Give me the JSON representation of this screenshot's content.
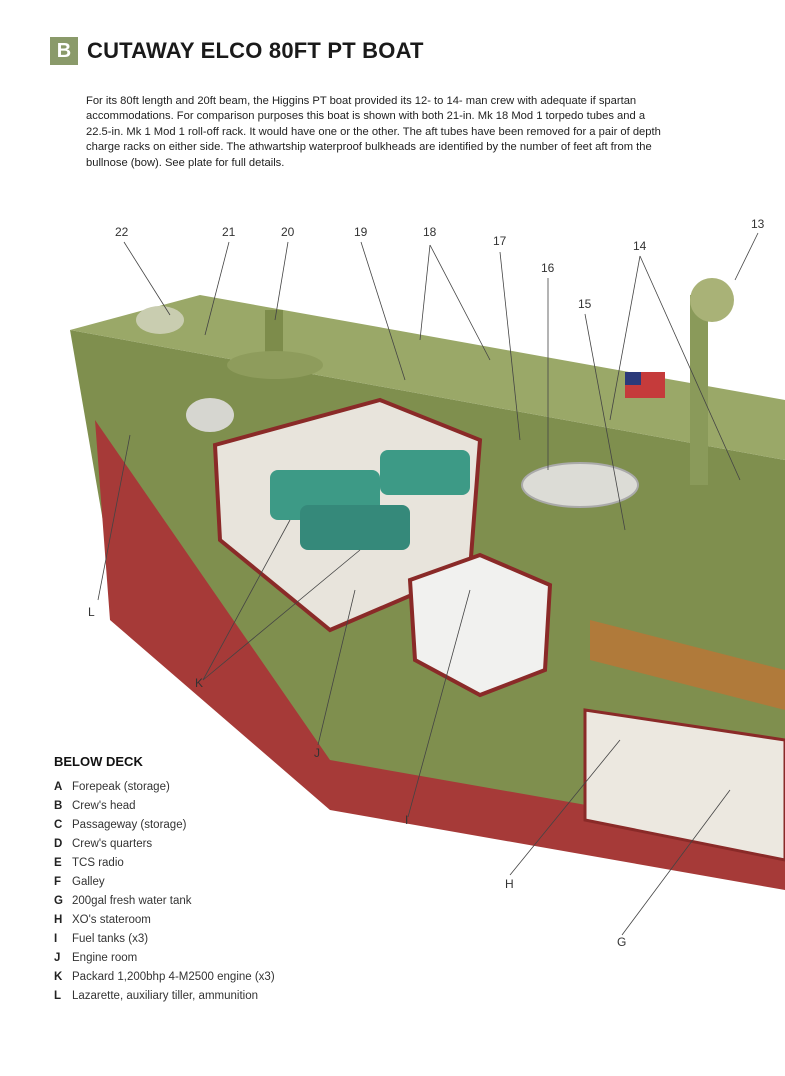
{
  "header": {
    "badge": "B",
    "title": "CUTAWAY ELCO 80FT PT BOAT"
  },
  "intro": {
    "lines": [
      "For its 80ft length and 20ft beam, the Higgins PT boat provided its 12- to 14- man crew with adequate if spartan",
      "accommodations. For comparison purposes this boat is shown with both 21-in. Mk 18 Mod 1 torpedo tubes and a",
      "22.5-in. Mk 1 Mod 1 roll-off rack. It would have one or the other. The aft tubes have been removed for a pair of depth",
      "charge racks on either side. The athwartship waterproof bulkheads are identified by the number of feet aft from the",
      "bullnose (bow). See plate for full details."
    ]
  },
  "callouts": {
    "n22": "22",
    "n21": "21",
    "n20": "20",
    "n19": "19",
    "n18": "18",
    "n17": "17",
    "n16": "16",
    "n15": "15",
    "n14": "14",
    "n13": "13",
    "L": "L",
    "K": "K",
    "J": "J",
    "I": "I",
    "H": "H",
    "G": "G"
  },
  "below_deck": {
    "title": "BELOW DECK",
    "items": [
      {
        "key": "A",
        "text": "Forepeak (storage)"
      },
      {
        "key": "B",
        "text": "Crew's head"
      },
      {
        "key": "C",
        "text": "Passageway (storage)"
      },
      {
        "key": "D",
        "text": "Crew's quarters"
      },
      {
        "key": "E",
        "text": "TCS radio"
      },
      {
        "key": "F",
        "text": "Galley"
      },
      {
        "key": "G",
        "text": "200gal fresh water tank"
      },
      {
        "key": "H",
        "text": "XO's stateroom"
      },
      {
        "key": "I",
        "text": "Fuel tanks (x3)"
      },
      {
        "key": "J",
        "text": "Engine room"
      },
      {
        "key": "K",
        "text": "Packard 1,200bhp 4-M2500 engine (x3)"
      },
      {
        "key": "L",
        "text": "Lazarette, auxiliary tiller, ammunition"
      }
    ]
  },
  "colors": {
    "badge": "#8a9a6a",
    "hull_green": "#7f8f4e",
    "deck_green": "#9aa868",
    "hull_red": "#a63a38",
    "engine_teal": "#3d9a86"
  }
}
